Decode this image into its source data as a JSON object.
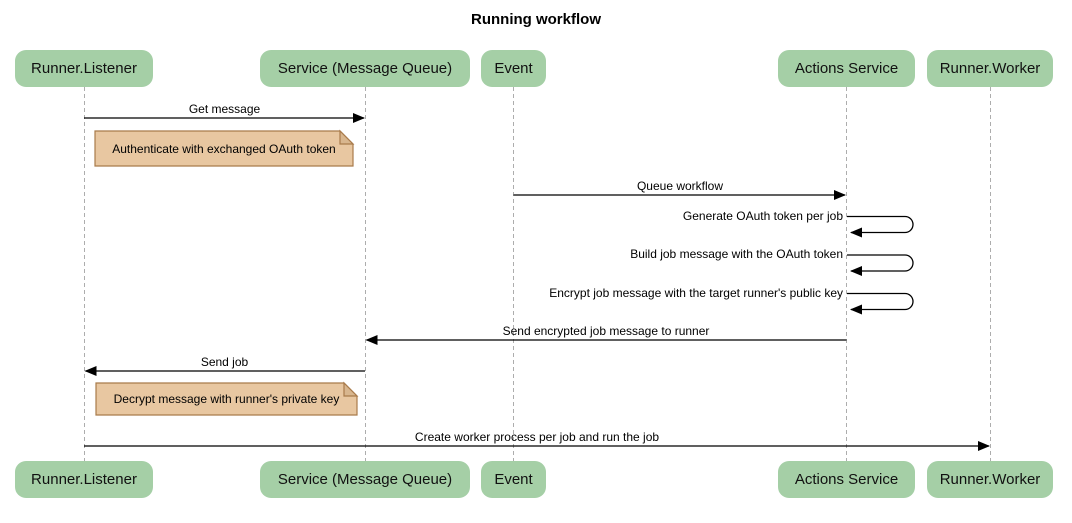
{
  "title": "Running workflow",
  "participants": [
    {
      "label": "Runner.Listener"
    },
    {
      "label": "Service (Message Queue)"
    },
    {
      "label": "Event"
    },
    {
      "label": "Actions Service"
    },
    {
      "label": "Runner.Worker"
    }
  ],
  "messages": {
    "get_message": "Get message",
    "queue_workflow": "Queue workflow",
    "generate_token": "Generate OAuth token per job",
    "build_job": "Build job message with the OAuth token",
    "encrypt_job": "Encrypt job message with the target runner's public key",
    "send_encrypted": "Send encrypted job message to runner",
    "send_job": "Send job",
    "create_worker": "Create worker process per job and run the job"
  },
  "notes": {
    "authenticate": "Authenticate with exchanged OAuth token",
    "decrypt": "Decrypt message with runner's private key"
  },
  "colors": {
    "participant_fill": "#A5CFA6",
    "note_fill": "#E8C7A1",
    "note_border": "#A97B4B",
    "note_fold": "#D8B68E",
    "lifeline": "#ADADAD",
    "arrow": "#000000"
  }
}
